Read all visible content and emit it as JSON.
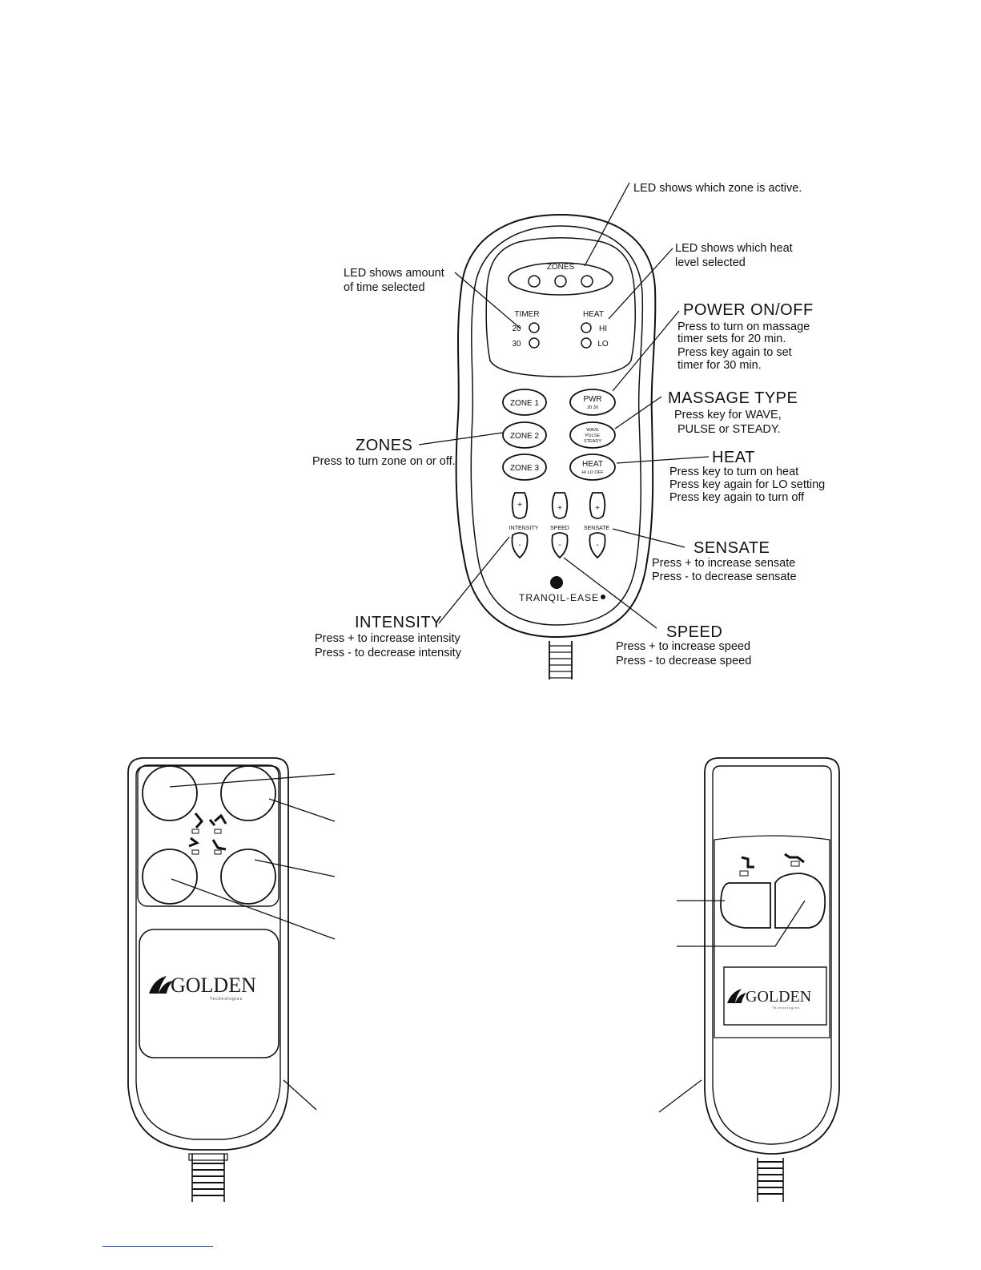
{
  "massage_remote": {
    "display": {
      "zones_label": "ZONES",
      "timer_label": "TIMER",
      "timer_20": "20",
      "timer_30": "30",
      "heat_label": "HEAT",
      "heat_hi": "HI",
      "heat_lo": "LO"
    },
    "buttons": {
      "zone1": "ZONE 1",
      "zone2": "ZONE 2",
      "zone3": "ZONE 3",
      "pwr": "PWR",
      "pwr_sub": "20  30",
      "wave": "WAVE",
      "pulse": "PULSE",
      "steady": "STEADY",
      "heat": "HEAT",
      "heat_sub": "HI  LO  OFF",
      "plus": "+",
      "minus": "-",
      "intensity": "INTENSITY",
      "speed": "SPEED",
      "sensate": "SENSATE"
    },
    "brand": "TRANQIL-EASE"
  },
  "callouts": {
    "zone_led": "LED shows which zone is active.",
    "heat_led_1": "LED shows which heat",
    "heat_led_2": "level selected",
    "time_led_1": "LED shows amount",
    "time_led_2": "of time selected",
    "power_title": "POWER ON/OFF",
    "power_1": "Press to turn on massage",
    "power_2": "timer sets for 20 min.",
    "power_3": "Press key again to set",
    "power_4": "timer for 30 min.",
    "massage_title": "MASSAGE TYPE",
    "massage_1": "Press key for WAVE,",
    "massage_2": "PULSE or STEADY.",
    "zones_title": "ZONES",
    "zones_1": "Press to turn zone on or off.",
    "heat_title": "HEAT",
    "heat_1": "Press key to turn on heat",
    "heat_2": "Press key again for LO setting",
    "heat_3": "Press key again to turn off",
    "sensate_title": "SENSATE",
    "sensate_1": "Press  +  to increase sensate",
    "sensate_2": "Press  -  to decrease sensate",
    "intensity_title": "INTENSITY",
    "intensity_1": "Press  +  to increase intensity",
    "intensity_2": "Press  -  to decrease intensity",
    "speed_title": "SPEED",
    "speed_1": "Press  +  to increase speed",
    "speed_2": "Press  -  to decrease speed"
  },
  "lift_remote_4": {
    "brand": "GOLDEN",
    "brand_sub": "Technologies"
  },
  "lift_remote_2": {
    "brand": "GOLDEN",
    "brand_sub": "Technologies"
  }
}
